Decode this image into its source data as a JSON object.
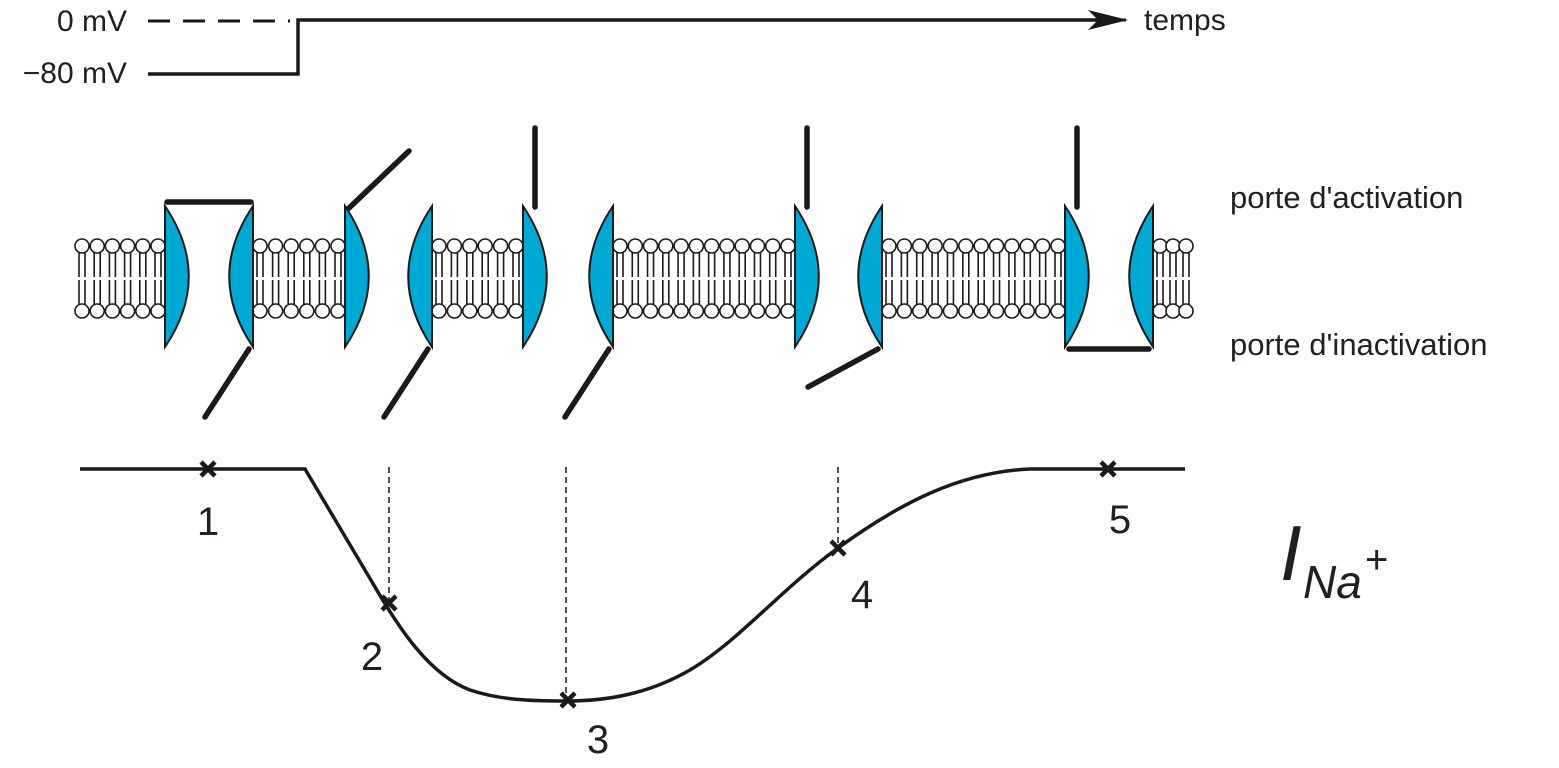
{
  "voltage_protocol": {
    "label_high": "0 mV",
    "label_low": "−80 mV",
    "time_axis_label": "temps",
    "step": {
      "from_mV": -80,
      "to_mV": 0
    }
  },
  "gate_labels": {
    "activation": "porte d'activation",
    "inactivation": "porte d'inactivation"
  },
  "channels": [
    {
      "id": 1,
      "activation_gate": "closed",
      "inactivation_gate": "open"
    },
    {
      "id": 2,
      "activation_gate": "opening",
      "inactivation_gate": "open"
    },
    {
      "id": 3,
      "activation_gate": "open",
      "inactivation_gate": "open"
    },
    {
      "id": 4,
      "activation_gate": "open",
      "inactivation_gate": "closing"
    },
    {
      "id": 5,
      "activation_gate": "open",
      "inactivation_gate": "closed"
    }
  ],
  "current_trace": {
    "label_main": "I",
    "label_sub": "Na",
    "label_sup": "+",
    "points": [
      {
        "label": "1",
        "phase": "rest"
      },
      {
        "label": "2",
        "phase": "activation"
      },
      {
        "label": "3",
        "phase": "peak"
      },
      {
        "label": "4",
        "phase": "inactivation"
      },
      {
        "label": "5",
        "phase": "inactivated"
      }
    ]
  },
  "colors": {
    "channel_fill": "#00a9d4",
    "line": "#1a1a1a",
    "text": "#231f20"
  }
}
